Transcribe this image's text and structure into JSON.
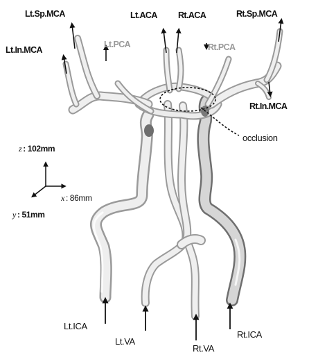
{
  "labels": {
    "lt_sp_mca": "Lt.Sp.MCA",
    "lt_aca": "Lt.ACA",
    "rt_aca": "Rt.ACA",
    "rt_sp_mca": "Rt.Sp.MCA",
    "lt_in_mca": "Lt.In.MCA",
    "lt_pca": "Lt.PCA",
    "rt_pca": "Rt.PCA",
    "rt_in_mca": "Rt.In.MCA",
    "occlusion": "occlusion",
    "lt_ica": "Lt.ICA",
    "lt_va": "Lt.VA",
    "rt_va": "Rt.VA",
    "rt_ica": "Rt.ICA"
  },
  "axes": {
    "z_var": "z",
    "z_value": ": 102mm",
    "x_var": "x",
    "x_value": ": 86mm",
    "y_var": "y",
    "y_value": ": 51mm"
  }
}
